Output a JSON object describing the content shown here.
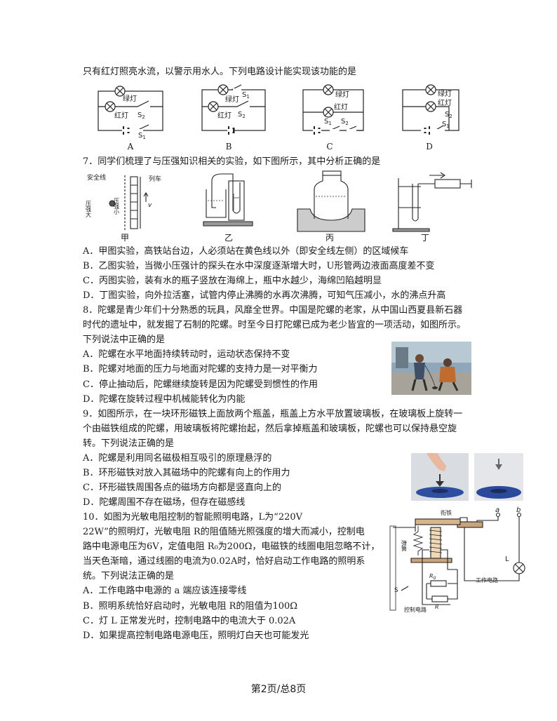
{
  "q6": {
    "stem_tail": "只有红灯照亮水流，以警示用水人。下列电路设计能实现该功能的是",
    "labels": {
      "green": "绿灯",
      "red": "红灯",
      "s1": "S",
      "s2": "S",
      "sub1": "1",
      "sub2": "2"
    },
    "options": [
      "A",
      "B",
      "C",
      "D"
    ]
  },
  "q7": {
    "stem": "7．同学们梳理了与压强知识相关的实验，如下图所示，其中分析正确的是",
    "fig_jia_labels": {
      "safety_line": "安全线",
      "train": "列车",
      "p_big": "压强大",
      "p_small": "压强小",
      "v": "v"
    },
    "captions": [
      "甲",
      "乙",
      "丙",
      "丁"
    ],
    "choices": [
      "A．甲图实验，高铁站台边，人必须站在黄色线以外（即安全线左侧）的区域候车",
      "B．乙图实验，当微小压强计的探头在水中深度逐渐增大时，U形管两边液面高度差不变",
      "C．丙图实验，装有水的瓶子竖放在海绵上，瓶中水越少，海绵凹陷越明显",
      "D．丁图实验，向外拉活塞，试管内停止沸腾的水再次沸腾，可知气压减小，水的沸点升高"
    ]
  },
  "q8": {
    "lines": [
      "8．陀螺是青少年们十分熟悉的玩具，风靡全世界。中国是陀螺的老家，从中国山西夏县新石器",
      "时代的遗址中，就发掘了石制的陀螺。时至今日打陀螺已成为老少皆宜的一项活动，如图所示。",
      "下列说法中正确的是"
    ],
    "choices": [
      "A．陀螺在水平地面持续转动时，运动状态保持不变",
      "B．陀螺对地面的压力与地面对陀螺的支持力是一对平衡力",
      "C．停止抽动后，陀螺继续旋转是因为陀螺受到惯性的作用",
      "D．陀螺在旋转过程中机械能转化为内能"
    ]
  },
  "q9": {
    "lines": [
      "9．如图所示，在一块环形磁铁上面放两个瓶盖，瓶盖上方水平放置玻璃板，在玻璃板上旋转一",
      "个由磁铁组成的陀螺，用玻璃板将陀螺抬起，然后拿掉瓶盖和玻璃板，陀螺也可以保持悬空旋",
      "转。下列说法正确的是"
    ],
    "choices": [
      "A．陀螺是利用同名磁极相互吸引的原理悬浮的",
      "B．环形磁铁对放入其磁场中的陀螺有向上的作用力",
      "C．环形磁铁周围各点的磁场方向都是竖直向上的",
      "D．陀螺周围不存在磁场，但存在磁感线"
    ]
  },
  "q10": {
    "lines": [
      "10．如图为光敏电阻控制的智能照明电路，L为“220V",
      "22W”的照明灯，光敏电阻 R的阻值随光照强度的增大而减小，控制电",
      "路中电源电压为6V，定值电阻 R₀为200Ω，电磁铁的线圈电阻忽略不计，",
      "当天色渐暗，通过线圈的电流为0.02A时，恰好启动工作电路的照明系",
      "统。下列说法正确的是"
    ],
    "choices": [
      "A．工作电路中电源的 a 端应该连接零线",
      "B．照明系统恰好启动时，光敏电阻 R的阻值为100Ω",
      "C．灯 L 正常发光时，控制电路中的电流大于 0.02A",
      "D．如果提高控制电路电源电压，照明灯白天也可能发光"
    ],
    "fig_labels": {
      "armature": "衔铁",
      "spring": "弹簧",
      "a": "a",
      "b": "b",
      "L": "L",
      "S": "S",
      "R0": "R",
      "R0_sub": "0",
      "R": "R",
      "work": "工作电路",
      "control": "控制电路"
    }
  },
  "footer": "第2页/总8页"
}
